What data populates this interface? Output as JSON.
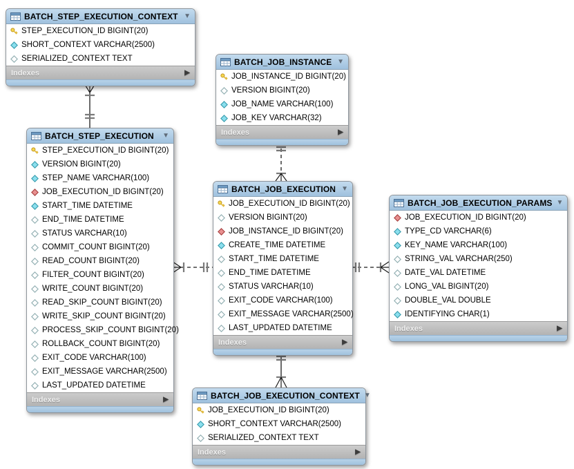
{
  "ui": {
    "indexes_label": "Indexes",
    "collapse_glyph": "▼",
    "expand_glyph": "▶"
  },
  "colors": {
    "header_blue": "#a9c7e1",
    "indexes_gray": "#bdbdbd",
    "primary_key_yellow": "#f6d84e",
    "not_null_cyan": "#8bdfee",
    "nullable_white": "#ffffff",
    "foreign_key_red": "#e89090",
    "line_black": "#1a1a1a",
    "marker_gray": "#7a7a7a"
  },
  "tables": [
    {
      "name": "BATCH_STEP_EXECUTION_CONTEXT",
      "columns": [
        {
          "icon": "primary-key",
          "text": "STEP_EXECUTION_ID BIGINT(20)"
        },
        {
          "icon": "not-null",
          "text": "SHORT_CONTEXT VARCHAR(2500)"
        },
        {
          "icon": "nullable",
          "text": "SERIALIZED_CONTEXT TEXT"
        }
      ]
    },
    {
      "name": "BATCH_JOB_INSTANCE",
      "columns": [
        {
          "icon": "primary-key",
          "text": "JOB_INSTANCE_ID BIGINT(20)"
        },
        {
          "icon": "nullable",
          "text": "VERSION BIGINT(20)"
        },
        {
          "icon": "not-null",
          "text": "JOB_NAME VARCHAR(100)"
        },
        {
          "icon": "not-null",
          "text": "JOB_KEY VARCHAR(32)"
        }
      ]
    },
    {
      "name": "BATCH_STEP_EXECUTION",
      "columns": [
        {
          "icon": "primary-key",
          "text": "STEP_EXECUTION_ID BIGINT(20)"
        },
        {
          "icon": "not-null",
          "text": "VERSION BIGINT(20)"
        },
        {
          "icon": "not-null",
          "text": "STEP_NAME VARCHAR(100)"
        },
        {
          "icon": "foreign-key",
          "text": "JOB_EXECUTION_ID BIGINT(20)"
        },
        {
          "icon": "not-null",
          "text": "START_TIME DATETIME"
        },
        {
          "icon": "nullable",
          "text": "END_TIME DATETIME"
        },
        {
          "icon": "nullable",
          "text": "STATUS VARCHAR(10)"
        },
        {
          "icon": "nullable",
          "text": "COMMIT_COUNT BIGINT(20)"
        },
        {
          "icon": "nullable",
          "text": "READ_COUNT BIGINT(20)"
        },
        {
          "icon": "nullable",
          "text": "FILTER_COUNT BIGINT(20)"
        },
        {
          "icon": "nullable",
          "text": "WRITE_COUNT BIGINT(20)"
        },
        {
          "icon": "nullable",
          "text": "READ_SKIP_COUNT BIGINT(20)"
        },
        {
          "icon": "nullable",
          "text": "WRITE_SKIP_COUNT BIGINT(20)"
        },
        {
          "icon": "nullable",
          "text": "PROCESS_SKIP_COUNT BIGINT(20)"
        },
        {
          "icon": "nullable",
          "text": "ROLLBACK_COUNT BIGINT(20)"
        },
        {
          "icon": "nullable",
          "text": "EXIT_CODE VARCHAR(100)"
        },
        {
          "icon": "nullable",
          "text": "EXIT_MESSAGE VARCHAR(2500)"
        },
        {
          "icon": "nullable",
          "text": "LAST_UPDATED DATETIME"
        }
      ]
    },
    {
      "name": "BATCH_JOB_EXECUTION",
      "columns": [
        {
          "icon": "primary-key",
          "text": "JOB_EXECUTION_ID BIGINT(20)"
        },
        {
          "icon": "nullable",
          "text": "VERSION BIGINT(20)"
        },
        {
          "icon": "foreign-key",
          "text": "JOB_INSTANCE_ID BIGINT(20)"
        },
        {
          "icon": "not-null",
          "text": "CREATE_TIME DATETIME"
        },
        {
          "icon": "nullable",
          "text": "START_TIME DATETIME"
        },
        {
          "icon": "nullable",
          "text": "END_TIME DATETIME"
        },
        {
          "icon": "nullable",
          "text": "STATUS VARCHAR(10)"
        },
        {
          "icon": "nullable",
          "text": "EXIT_CODE VARCHAR(100)"
        },
        {
          "icon": "nullable",
          "text": "EXIT_MESSAGE VARCHAR(2500)"
        },
        {
          "icon": "nullable",
          "text": "LAST_UPDATED DATETIME"
        }
      ]
    },
    {
      "name": "BATCH_JOB_EXECUTION_PARAMS",
      "columns": [
        {
          "icon": "foreign-key",
          "text": "JOB_EXECUTION_ID BIGINT(20)"
        },
        {
          "icon": "not-null",
          "text": "TYPE_CD VARCHAR(6)"
        },
        {
          "icon": "not-null",
          "text": "KEY_NAME VARCHAR(100)"
        },
        {
          "icon": "nullable",
          "text": "STRING_VAL VARCHAR(250)"
        },
        {
          "icon": "nullable",
          "text": "DATE_VAL DATETIME"
        },
        {
          "icon": "nullable",
          "text": "LONG_VAL BIGINT(20)"
        },
        {
          "icon": "nullable",
          "text": "DOUBLE_VAL DOUBLE"
        },
        {
          "icon": "not-null",
          "text": "IDENTIFYING CHAR(1)"
        }
      ]
    },
    {
      "name": "BATCH_JOB_EXECUTION_CONTEXT",
      "columns": [
        {
          "icon": "primary-key",
          "text": "JOB_EXECUTION_ID BIGINT(20)"
        },
        {
          "icon": "not-null",
          "text": "SHORT_CONTEXT VARCHAR(2500)"
        },
        {
          "icon": "nullable",
          "text": "SERIALIZED_CONTEXT TEXT"
        }
      ]
    }
  ],
  "relationships": [
    {
      "from": "BATCH_STEP_EXECUTION",
      "to": "BATCH_STEP_EXECUTION_CONTEXT",
      "style": "identifying-solid",
      "cardinality": "one-to-many-markers"
    },
    {
      "from": "BATCH_JOB_INSTANCE",
      "to": "BATCH_JOB_EXECUTION",
      "style": "non-identifying-dashed",
      "cardinality": "one-to-many"
    },
    {
      "from": "BATCH_JOB_EXECUTION",
      "to": "BATCH_STEP_EXECUTION",
      "style": "non-identifying-dashed",
      "cardinality": "one-to-many"
    },
    {
      "from": "BATCH_JOB_EXECUTION",
      "to": "BATCH_JOB_EXECUTION_PARAMS",
      "style": "non-identifying-dashed",
      "cardinality": "one-to-many"
    },
    {
      "from": "BATCH_JOB_EXECUTION",
      "to": "BATCH_JOB_EXECUTION_CONTEXT",
      "style": "identifying-solid",
      "cardinality": "one-to-many-markers"
    }
  ]
}
